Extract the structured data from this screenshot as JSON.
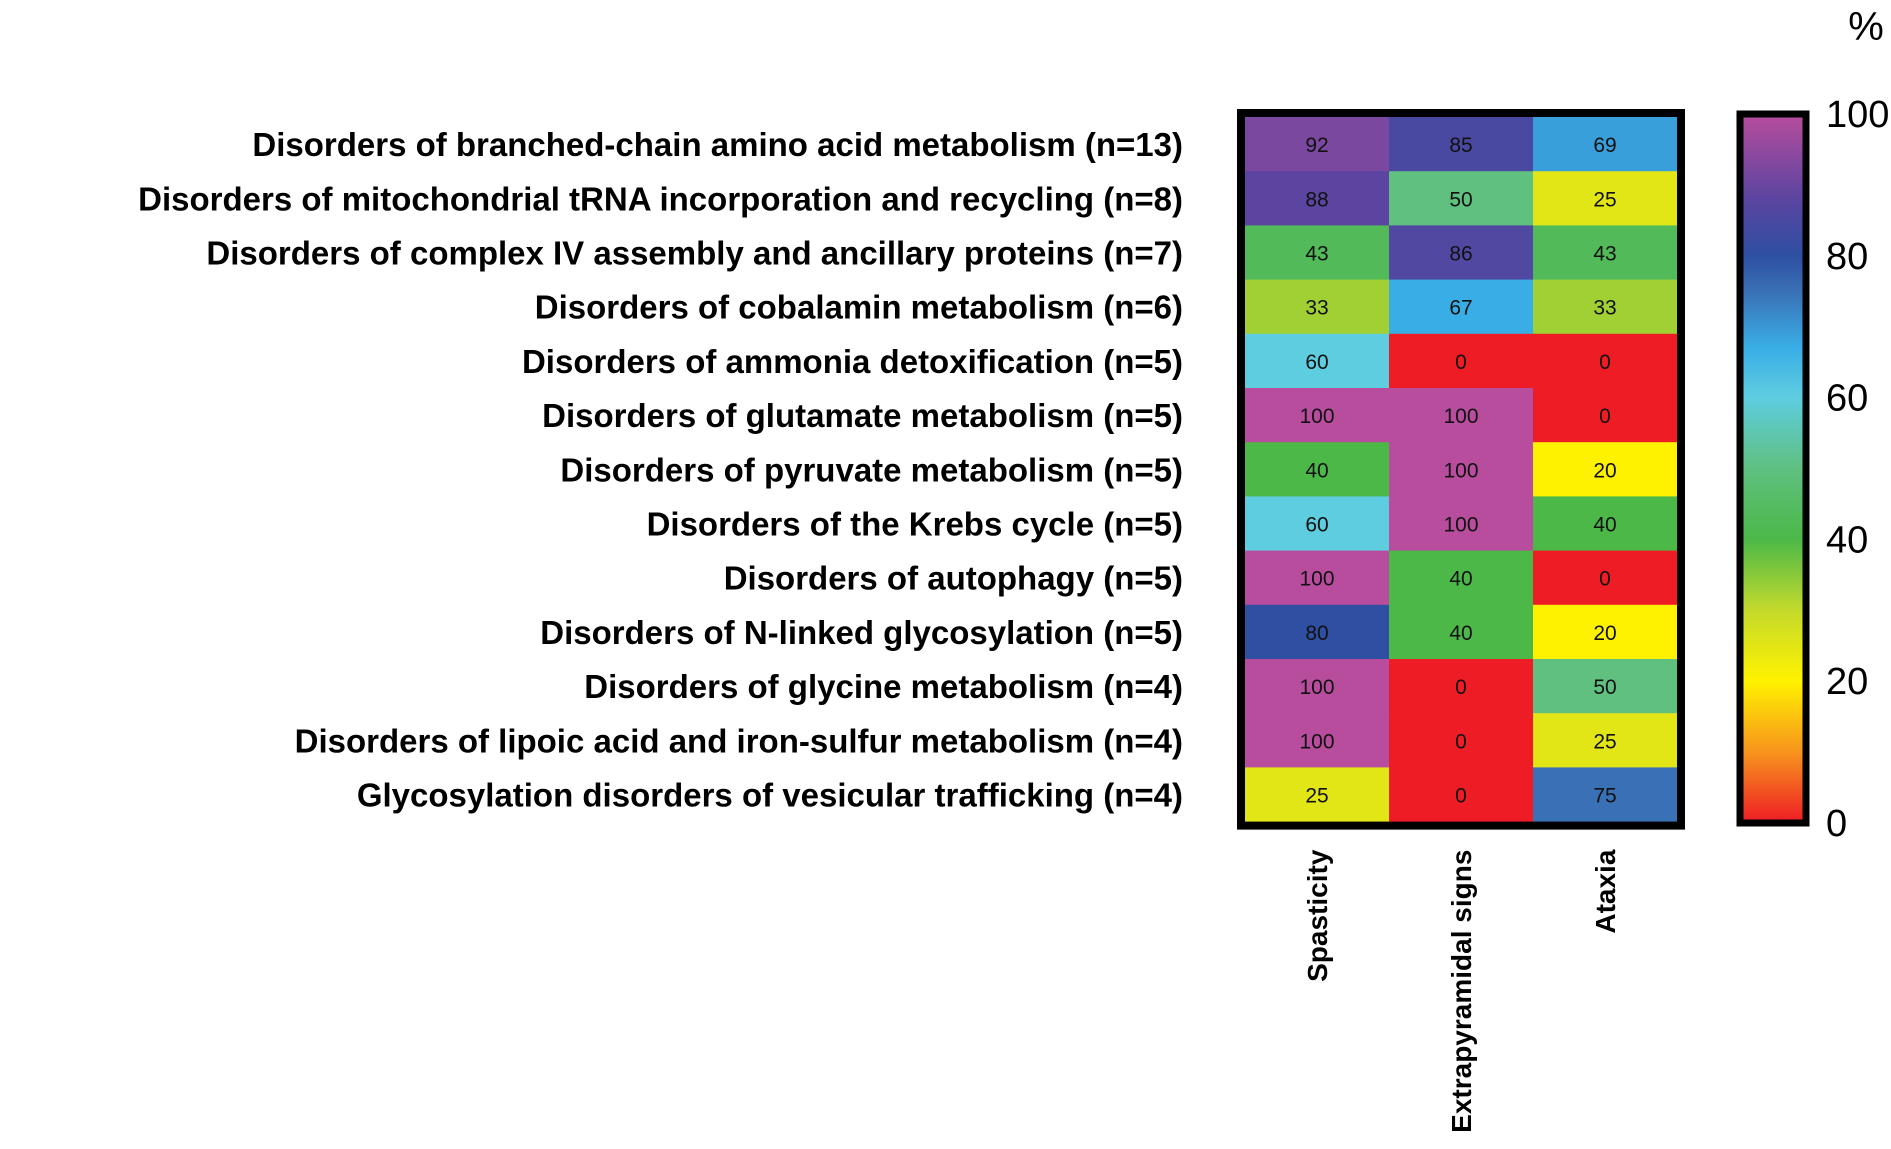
{
  "chart_data": {
    "type": "heatmap",
    "unit_label": "%",
    "rows": [
      "Disorders of branched-chain amino acid metabolism (n=13)",
      "Disorders of mitochondrial tRNA incorporation and recycling (n=8)",
      "Disorders of complex IV assembly and ancillary proteins (n=7)",
      "Disorders of cobalamin metabolism (n=6)",
      "Disorders of ammonia detoxification (n=5)",
      "Disorders of glutamate metabolism (n=5)",
      "Disorders of pyruvate metabolism (n=5)",
      "Disorders of the Krebs cycle (n=5)",
      "Disorders of autophagy (n=5)",
      "Disorders of N-linked glycosylation (n=5)",
      "Disorders of glycine metabolism (n=4)",
      "Disorders of lipoic acid and iron-sulfur metabolism (n=4)",
      "Glycosylation disorders of vesicular trafficking (n=4)"
    ],
    "columns": [
      "Spasticity",
      "Extrapyramidal signs",
      "Ataxia"
    ],
    "values": [
      [
        92,
        85,
        69
      ],
      [
        88,
        50,
        25
      ],
      [
        43,
        86,
        43
      ],
      [
        33,
        67,
        33
      ],
      [
        60,
        0,
        0
      ],
      [
        100,
        100,
        0
      ],
      [
        40,
        100,
        20
      ],
      [
        60,
        100,
        40
      ],
      [
        100,
        40,
        0
      ],
      [
        80,
        40,
        20
      ],
      [
        100,
        0,
        50
      ],
      [
        100,
        0,
        25
      ],
      [
        25,
        0,
        75
      ]
    ],
    "colorbar": {
      "range": [
        0,
        100
      ],
      "ticks": [
        "0",
        "20",
        "40",
        "60",
        "80",
        "100"
      ],
      "stops": [
        {
          "value": 0,
          "color": "#ee1c25"
        },
        {
          "value": 10,
          "color": "#f7941d"
        },
        {
          "value": 20,
          "color": "#fff200"
        },
        {
          "value": 30,
          "color": "#c4da2c"
        },
        {
          "value": 40,
          "color": "#4cb848"
        },
        {
          "value": 50,
          "color": "#5fc080"
        },
        {
          "value": 60,
          "color": "#5ecde0"
        },
        {
          "value": 67,
          "color": "#39aee6"
        },
        {
          "value": 75,
          "color": "#3a70b5"
        },
        {
          "value": 80,
          "color": "#2e4fa2"
        },
        {
          "value": 88,
          "color": "#5b45a0"
        },
        {
          "value": 100,
          "color": "#b84d9e"
        }
      ]
    }
  }
}
